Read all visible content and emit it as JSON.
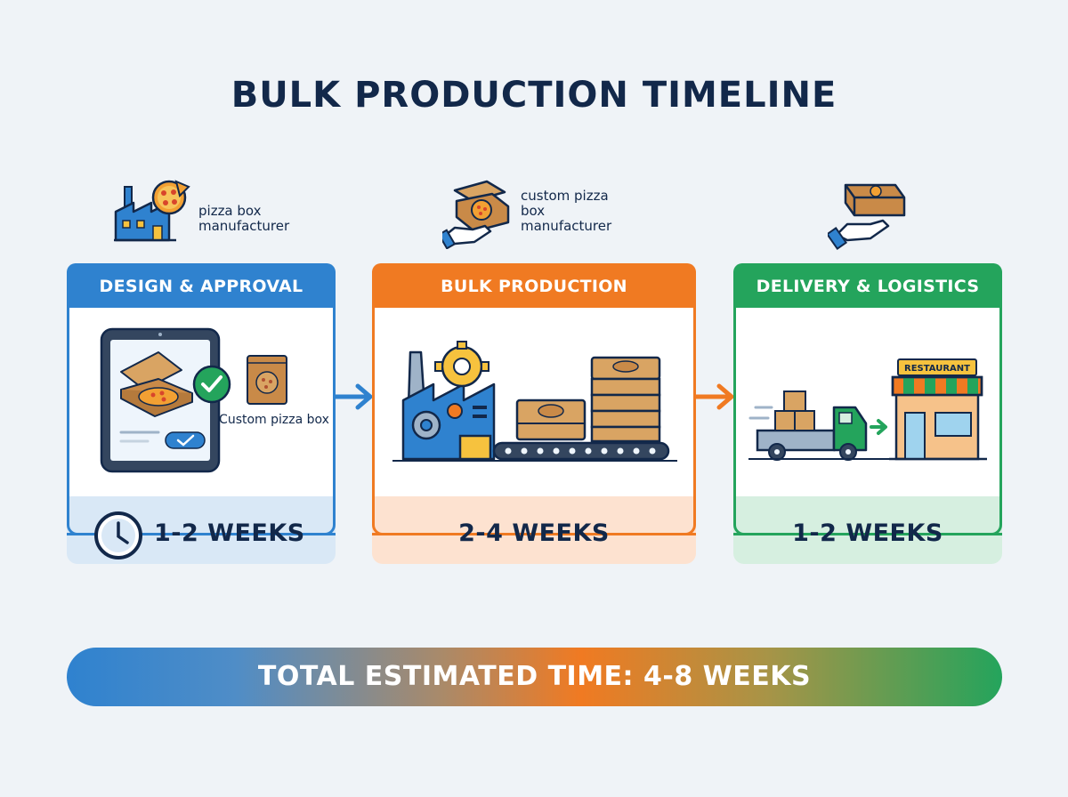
{
  "title": "BULK PRODUCTION TIMELINE",
  "top_labels": {
    "left": "pizza box manufacturer",
    "middle": "custom pizza box manufacturer",
    "right": ""
  },
  "stages": [
    {
      "header": "DESIGN & APPROVAL",
      "duration": "1-2 WEEKS",
      "illustration_label": "Custom pizza box",
      "color": "#2f82cf"
    },
    {
      "header": "BULK PRODUCTION",
      "duration": "2-4 WEEKS",
      "color": "#f07a22"
    },
    {
      "header": "DELIVERY & LOGISTICS",
      "duration": "1-2 WEEKS",
      "store_sign": "RESTAURANT",
      "color": "#24a45c"
    }
  ],
  "total": "TOTAL ESTIMATED TIME: 4-8 WEEKS",
  "icons": [
    "factory-icon",
    "pizza-icon",
    "open-box-hand-icon",
    "box-hand-icon",
    "tablet-icon",
    "check-icon",
    "clock-icon",
    "gear-icon",
    "conveyor-icon",
    "truck-icon",
    "store-icon",
    "arrow-right-icon"
  ]
}
